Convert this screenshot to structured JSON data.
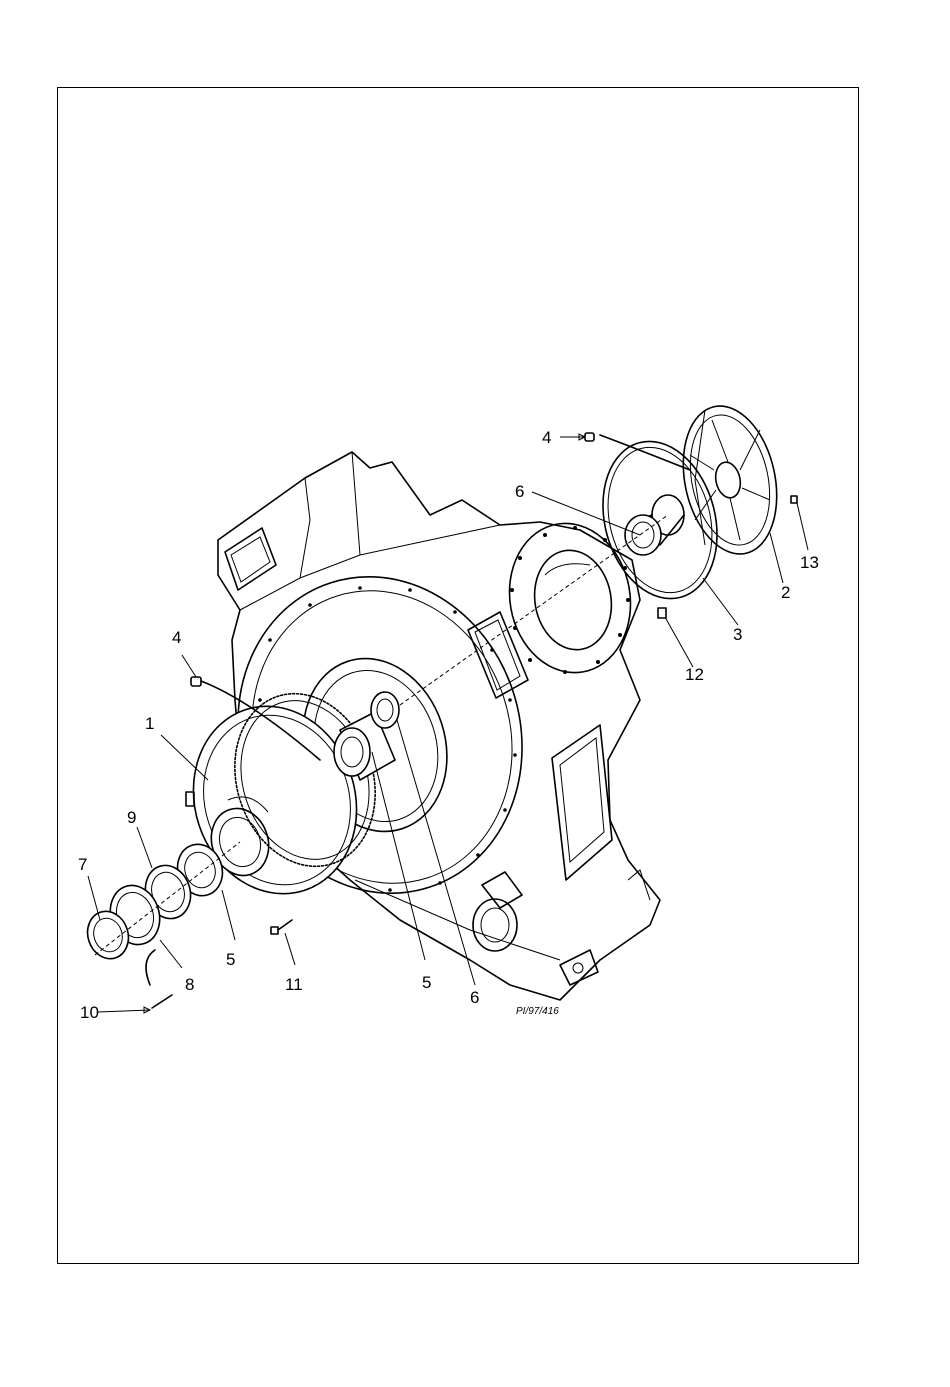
{
  "figure": {
    "reference": "PI/97/416",
    "callouts": {
      "c1": "1",
      "c2": "2",
      "c3": "3",
      "c4a": "4",
      "c4b": "4",
      "c5a": "5",
      "c5b": "5",
      "c6a": "6",
      "c6b": "6",
      "c7": "7",
      "c8": "8",
      "c9": "9",
      "c10": "10",
      "c11": "11",
      "c12": "12",
      "c13": "13"
    }
  }
}
